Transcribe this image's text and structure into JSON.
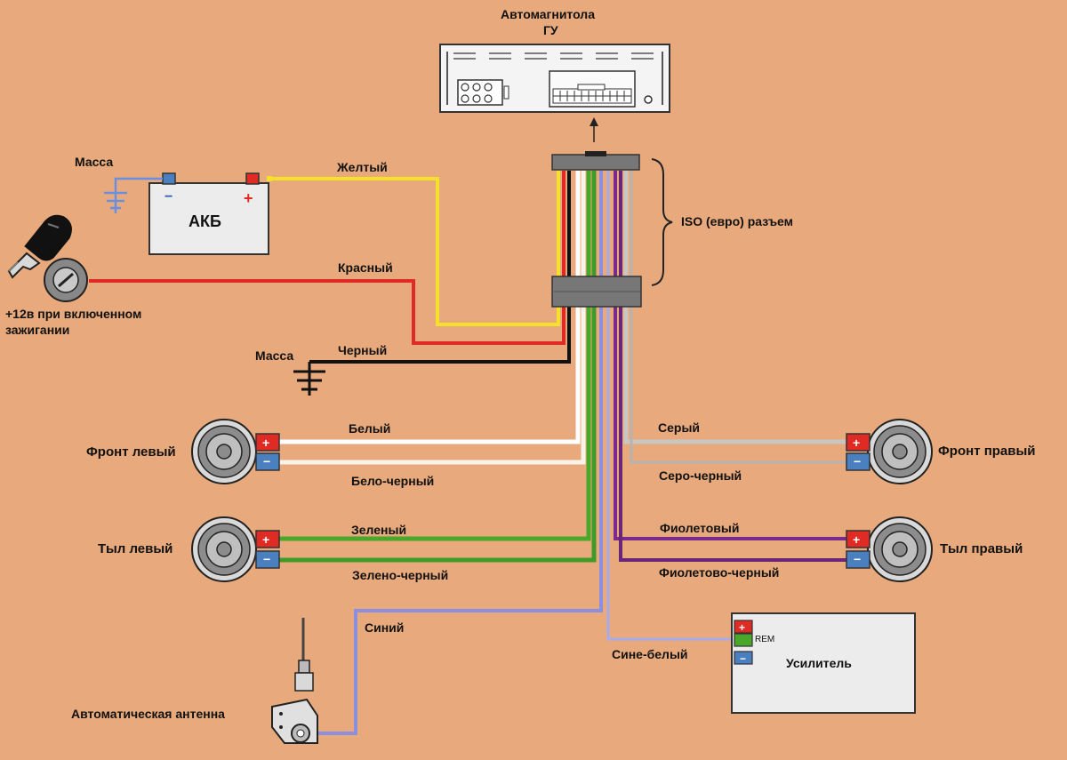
{
  "head_unit": {
    "title": "Автомагнитола",
    "subtitle": "ГУ"
  },
  "battery": {
    "label": "АКБ",
    "ground_label": "Масса"
  },
  "ignition": {
    "label_line1": "+12в при включенном",
    "label_line2": "зажигании"
  },
  "ground": {
    "label": "Масса"
  },
  "connector": {
    "label": "ISO (евро) разъем"
  },
  "wires": {
    "yellow": "Желтый",
    "red": "Красный",
    "black": "Черный",
    "white": "Белый",
    "white_black": "Бело-черный",
    "gray": "Серый",
    "gray_black": "Серо-черный",
    "green": "Зеленый",
    "green_black": "Зелено-черный",
    "violet": "Фиолетовый",
    "violet_black": "Фиолетово-черный",
    "blue": "Синий",
    "blue_white": "Сине-белый"
  },
  "speakers": {
    "front_left": "Фронт левый",
    "front_right": "Фронт правый",
    "rear_left": "Тыл левый",
    "rear_right": "Тыл правый"
  },
  "amplifier": {
    "label": "Усилитель",
    "rem_label": "REM"
  },
  "antenna": {
    "label": "Автоматическая антенна"
  },
  "colors": {
    "background": "#e8aa7c",
    "yellow": "#f5e02a",
    "red": "#e02a24",
    "black": "#111111",
    "white": "#ffffff",
    "gray": "#c9c5c0",
    "green": "#49a82a",
    "violet": "#7a2a8c",
    "blue": "#8a8fe0"
  }
}
